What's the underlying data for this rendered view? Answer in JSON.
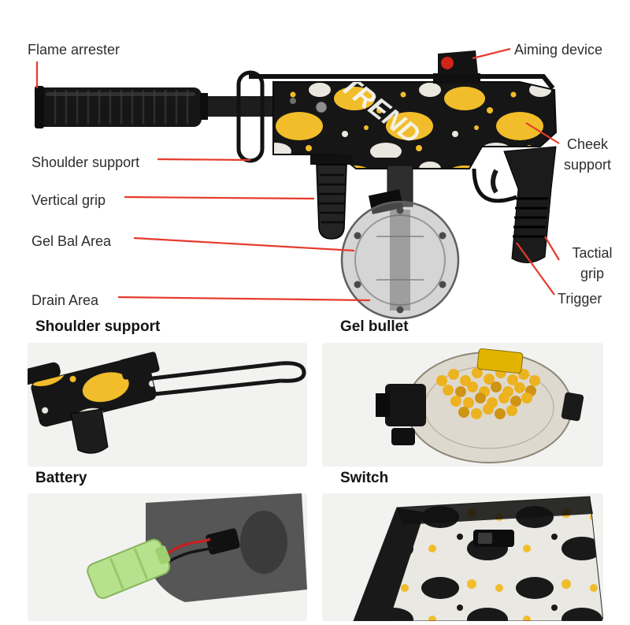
{
  "diagram": {
    "callouts": {
      "flame_arrester": "Flame arrester",
      "aiming_device": "Aiming device",
      "shoulder_support": "Shoulder support",
      "cheek_support": "Cheek support",
      "vertical_grip": "Vertical grip",
      "gel_bal_area": "Gel Bal Area",
      "drain_area": "Drain Area",
      "tactial_grip": "Tactial grip",
      "trigger": "Trigger"
    },
    "gun_graphic_text": "TREND"
  },
  "detail_panels": {
    "shoulder_support": {
      "title": "Shoulder support"
    },
    "gel_bullet": {
      "title": "Gel bullet"
    },
    "battery": {
      "title": "Battery"
    },
    "switch": {
      "title": "Switch"
    }
  },
  "colors": {
    "callout_line": "#e63a2c",
    "camo_yellow": "#f1bd2a",
    "camo_black": "#161616",
    "gel_ball_yellow": "#edb21f",
    "battery_green": "#b7e18c",
    "panel_background": "#f2f2f0"
  }
}
